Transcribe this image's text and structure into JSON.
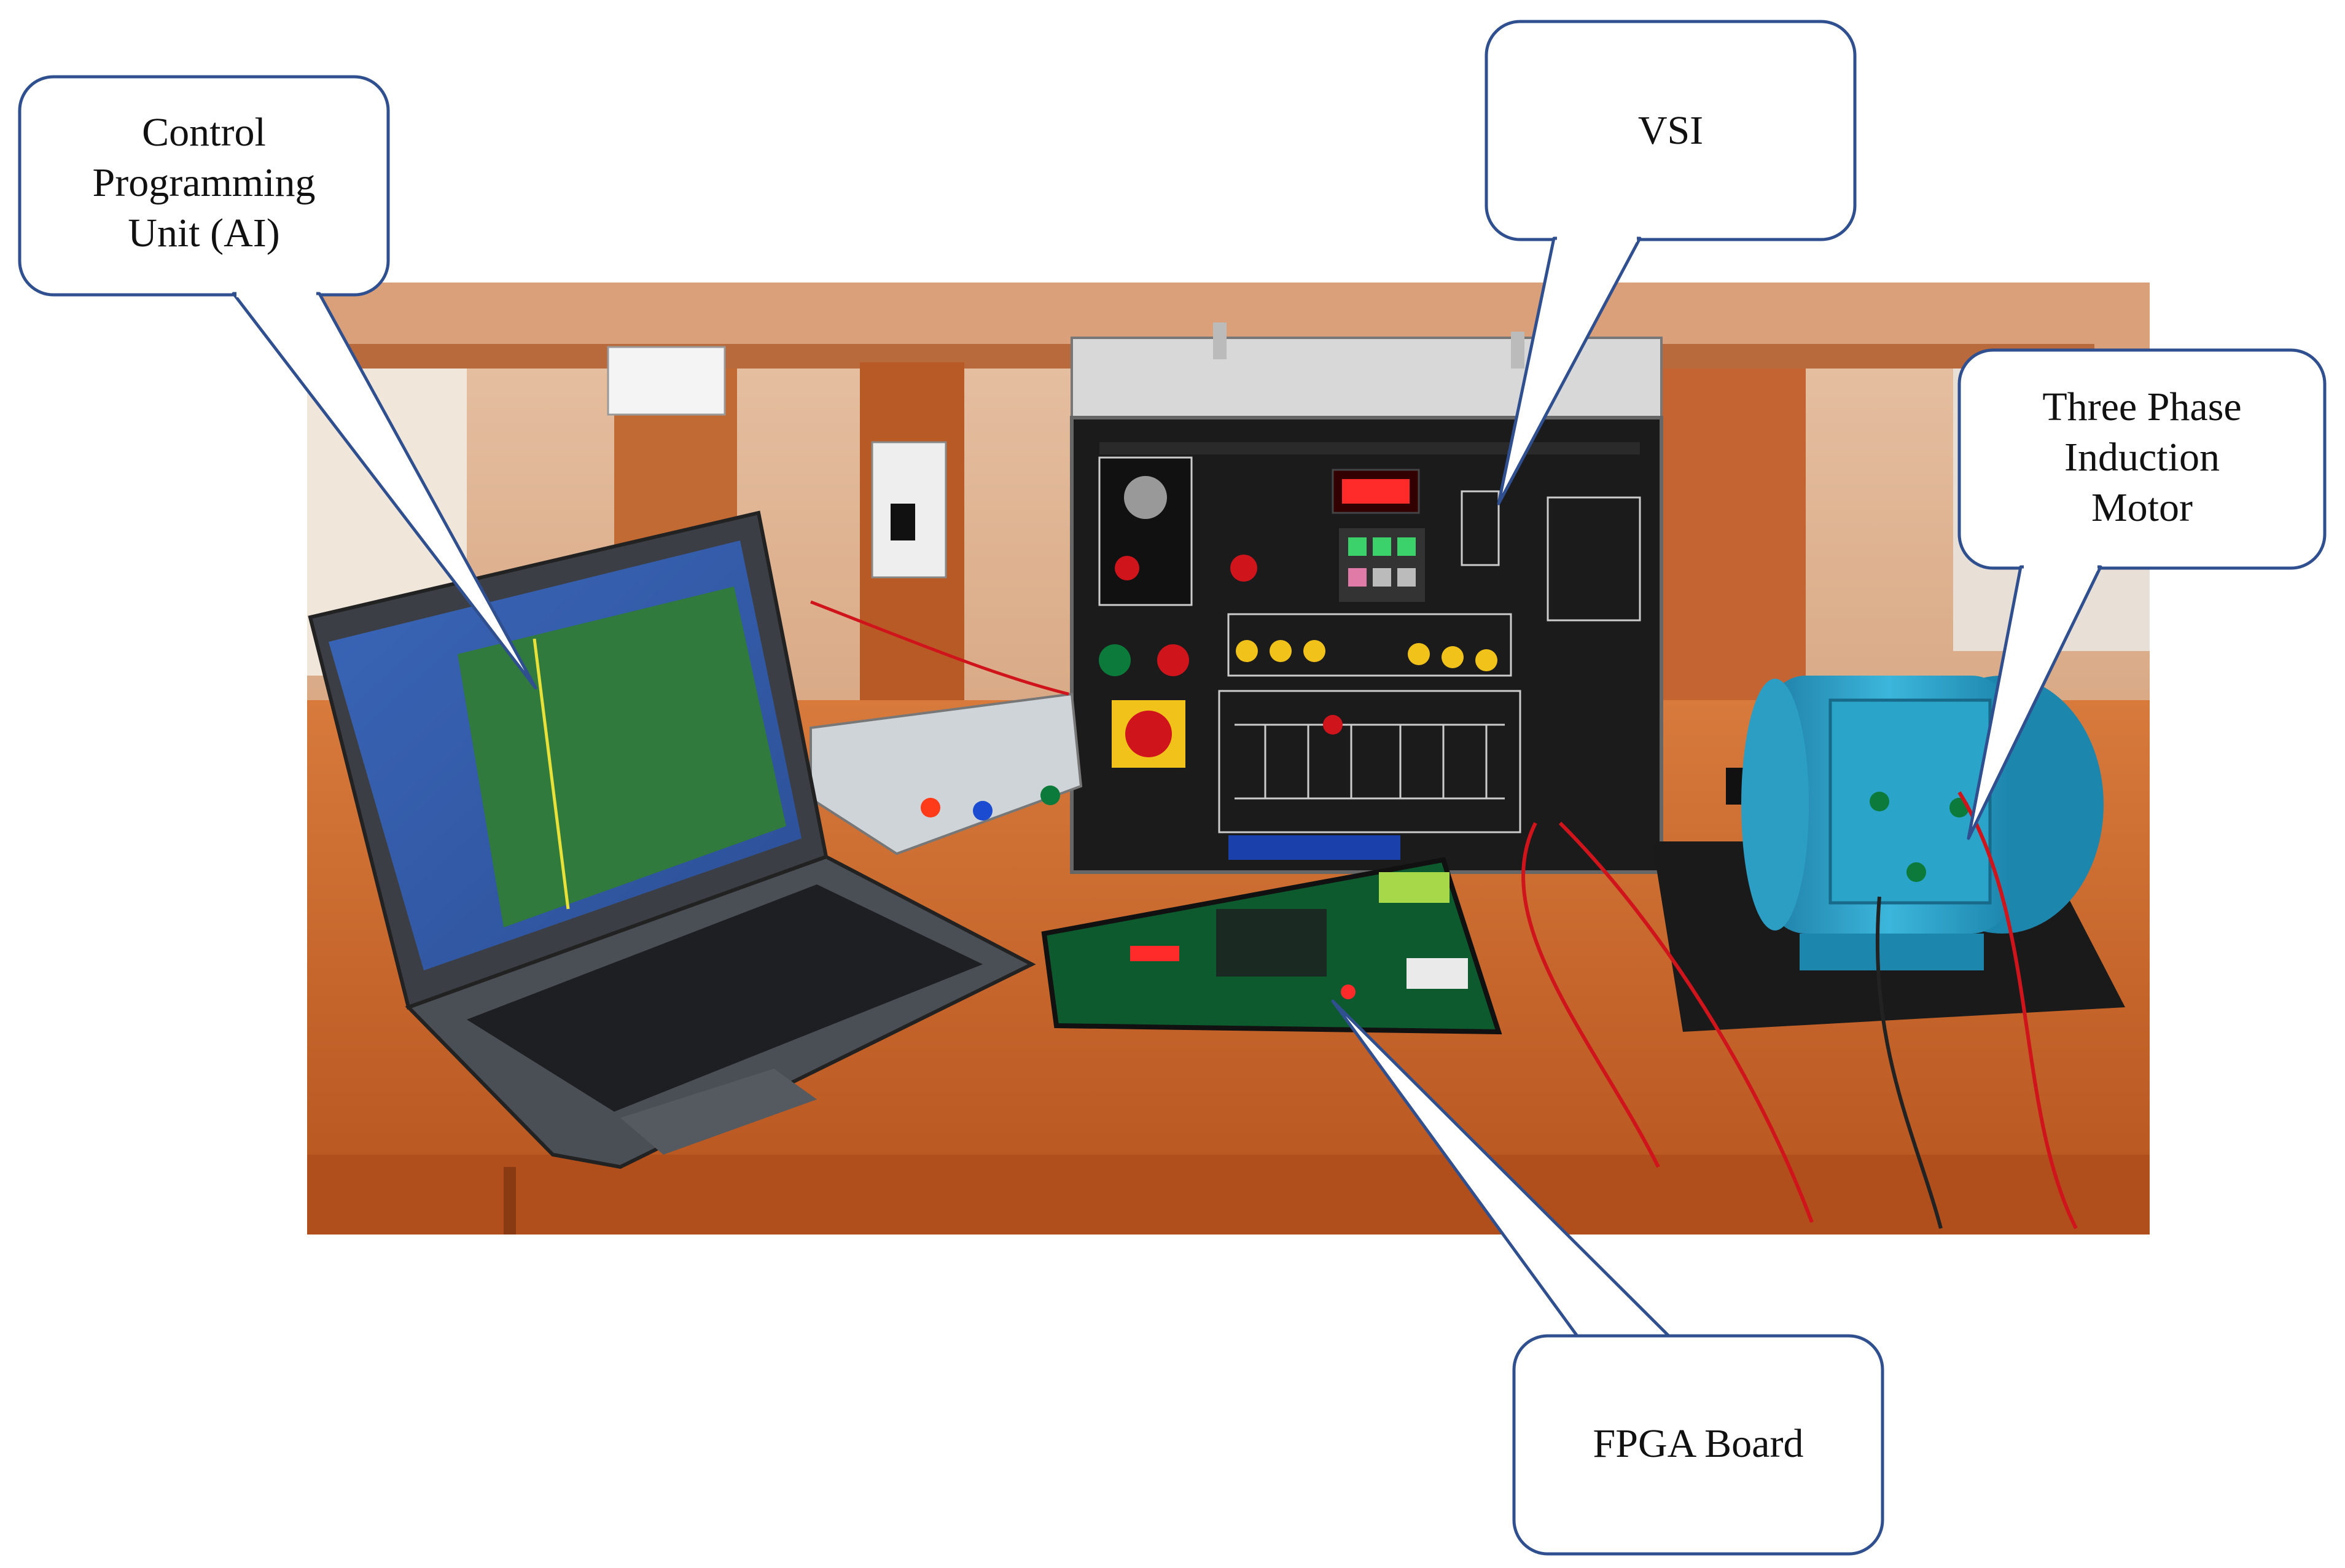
{
  "callouts": {
    "control_unit": {
      "lines": [
        "Control",
        "Programming",
        "Unit (AI)"
      ]
    },
    "vsi": {
      "lines": [
        "VSI"
      ]
    },
    "motor": {
      "lines": [
        "Three Phase",
        "Induction",
        "Motor"
      ]
    },
    "fpga": {
      "lines": [
        "FPGA Board"
      ]
    }
  },
  "colors": {
    "callout_border": "#2f4f8f",
    "table": "#c8622a",
    "motor": "#2aa4c8",
    "panel": "#1b1b1b",
    "wire": "#d0141c"
  }
}
